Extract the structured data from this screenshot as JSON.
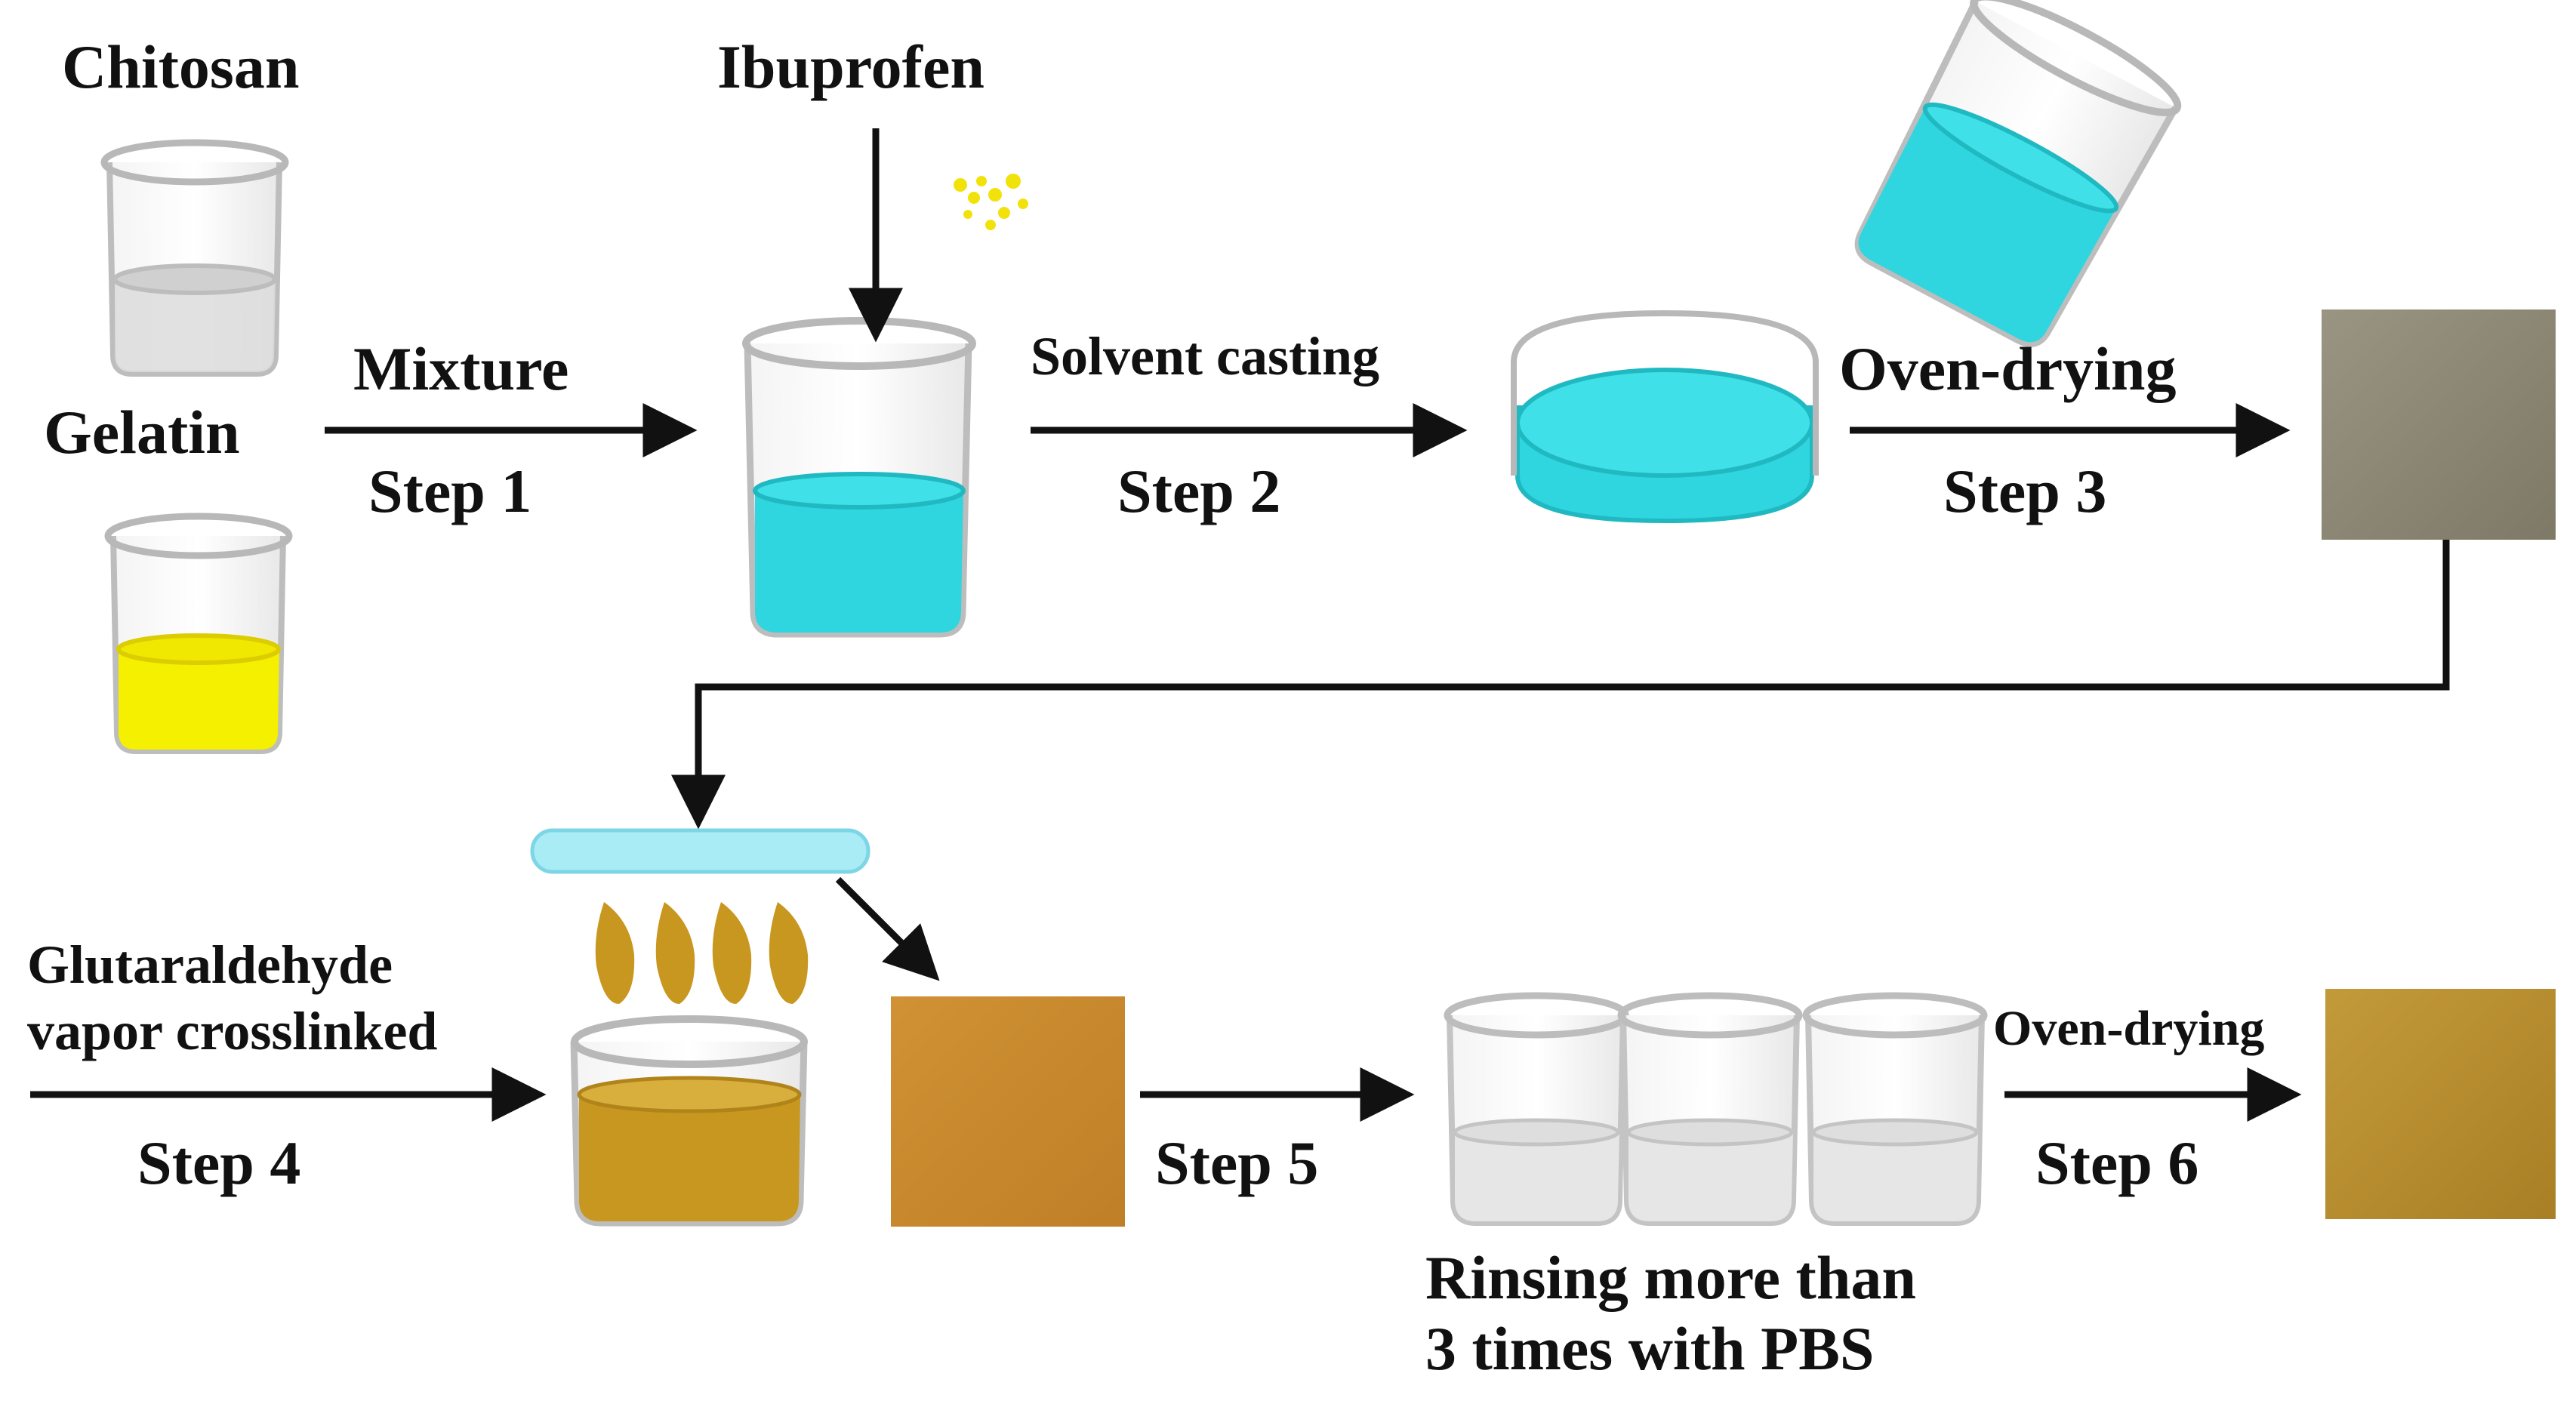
{
  "ingredients": {
    "chitosan": "Chitosan",
    "gelatin": "Gelatin",
    "ibuprofen": "Ibuprofen"
  },
  "steps": {
    "step1": {
      "action": "Mixture",
      "label": "Step 1"
    },
    "step2": {
      "action": "Solvent casting",
      "label": "Step 2"
    },
    "step3": {
      "action": "Oven-drying",
      "label": "Step 3"
    },
    "step4": {
      "action_line1": "Glutaraldehyde",
      "action_line2": "vapor crosslinked",
      "label": "Step 4"
    },
    "step5": {
      "action_line1": "Rinsing more than",
      "action_line2": "3 times with PBS",
      "label": "Step 5"
    },
    "step6": {
      "action": "Oven-drying",
      "label": "Step 6"
    }
  },
  "colors": {
    "solution": "#2fd6df",
    "gelatin_solution": "#f4f000",
    "chitosan_solution": "#dcdcdc",
    "dried_film": "#8d8775",
    "glutaraldehyde": "#c8971f",
    "crosslinked_film": "#c98a2e",
    "final_film": "#b48a2c",
    "arrow": "#111111"
  }
}
